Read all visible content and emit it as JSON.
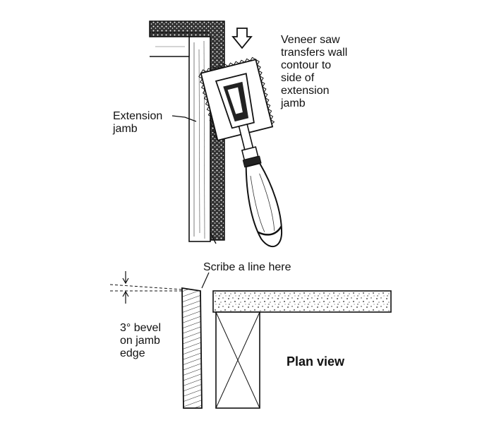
{
  "labels": {
    "veneer_note": "Veneer saw\ntransfers wall\ncontour to\nside of\nextension\njamb",
    "extension_jamb": "Extension\njamb",
    "scribe": "Scribe a line here",
    "bevel": "3° bevel\non jamb\nedge",
    "plan_view": "Plan view"
  },
  "colors": {
    "ink": "#111111",
    "paper": "#ffffff"
  },
  "icons": {
    "arrow": "down-arrow-icon",
    "tool": "veneer-saw-icon"
  }
}
